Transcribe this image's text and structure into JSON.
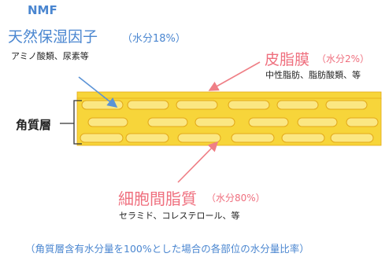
{
  "nmf": {
    "abbr": "NMF",
    "title": "天然保湿因子",
    "water": "（水分18%）",
    "components": "アミノ酸類、尿素等"
  },
  "sebum": {
    "title": "皮脂膜",
    "water": "（水分2%）",
    "components": "中性脂肪、脂肪酸類、等"
  },
  "stratum": {
    "label": "角質層"
  },
  "lipid": {
    "title": "細胞間脂質",
    "water": "（水分80%）",
    "components": "セラミド、コレステロール、等"
  },
  "footnote": "（角質層含有水分量を100%とした場合の各部位の水分量比率）",
  "colors": {
    "blue": "#4a86d0",
    "pink": "#ef6f7e",
    "layer_fill": "#f7d53a",
    "layer_edge": "#e3a91a",
    "arrow": "#ef7f86",
    "arrow_blue": "#5b93d6"
  }
}
